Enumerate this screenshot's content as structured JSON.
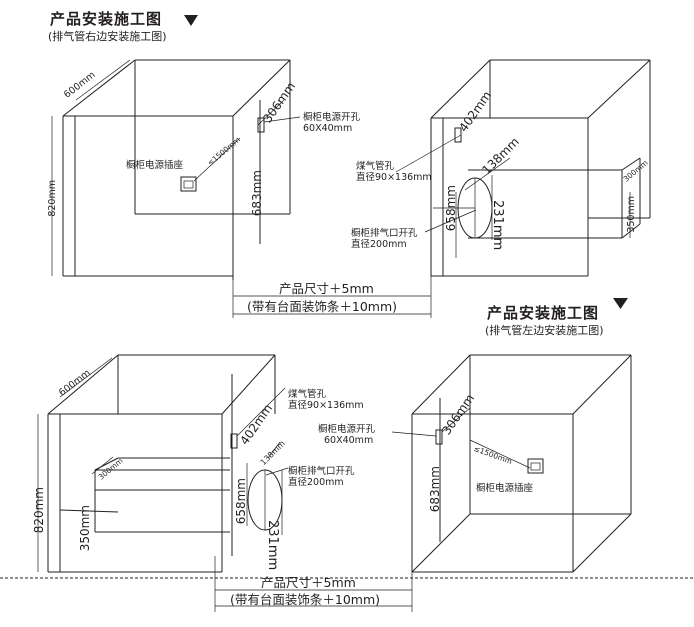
{
  "top_section": {
    "title": "产品安装施工图",
    "subtitle": "(排气管右边安装施工图)",
    "left_cabinet": {
      "depth": "600mm",
      "height": "820mm",
      "hole_pos": "306mm",
      "power_hole": "橱柜电源开孔",
      "power_hole_size": "60X40mm",
      "socket": "橱柜电源插座",
      "socket_dist": "≤1500mm",
      "hole_height": "683mm"
    },
    "right_cabinet": {
      "gas_pos": "402mm",
      "gas_pipe": "煤气管孔",
      "gas_dia": "直径90×136mm",
      "vent_h": "138mm",
      "vent_height": "658mm",
      "vent_w": "231mm",
      "vent_label": "橱柜排气口开孔",
      "vent_dia": "直径200mm",
      "box_depth": "300mm",
      "box_h": "350mm"
    },
    "size_line1": "产品尺寸＋5mm",
    "size_line2": "(带有台面装饰条＋10mm)"
  },
  "bottom_section": {
    "title": "产品安装施工图",
    "subtitle": "(排气管左边安装施工图)",
    "left_cabinet": {
      "depth": "600mm",
      "height": "820mm",
      "box_depth": "300mm",
      "box_h": "350mm",
      "gas_pos": "402mm",
      "gas_pipe": "煤气管孔",
      "gas_dia": "直径90×136mm",
      "vent_h": "138mm",
      "vent_height": "658mm",
      "vent_w": "231mm",
      "vent_label": "橱柜排气口开孔",
      "vent_dia": "直径200mm"
    },
    "right_cabinet": {
      "hole_pos": "306mm",
      "power_hole": "橱柜电源开孔",
      "power_hole_size": "60X40mm",
      "socket_dist": "≤1500mm",
      "socket": "橱柜电源插座",
      "hole_height": "683mm"
    },
    "size_line1": "产品尺寸＋5mm",
    "size_line2": "(带有台面装饰条＋10mm)"
  },
  "icons": {
    "triangle": "triangle-down-icon",
    "socket": "power-socket-icon"
  }
}
